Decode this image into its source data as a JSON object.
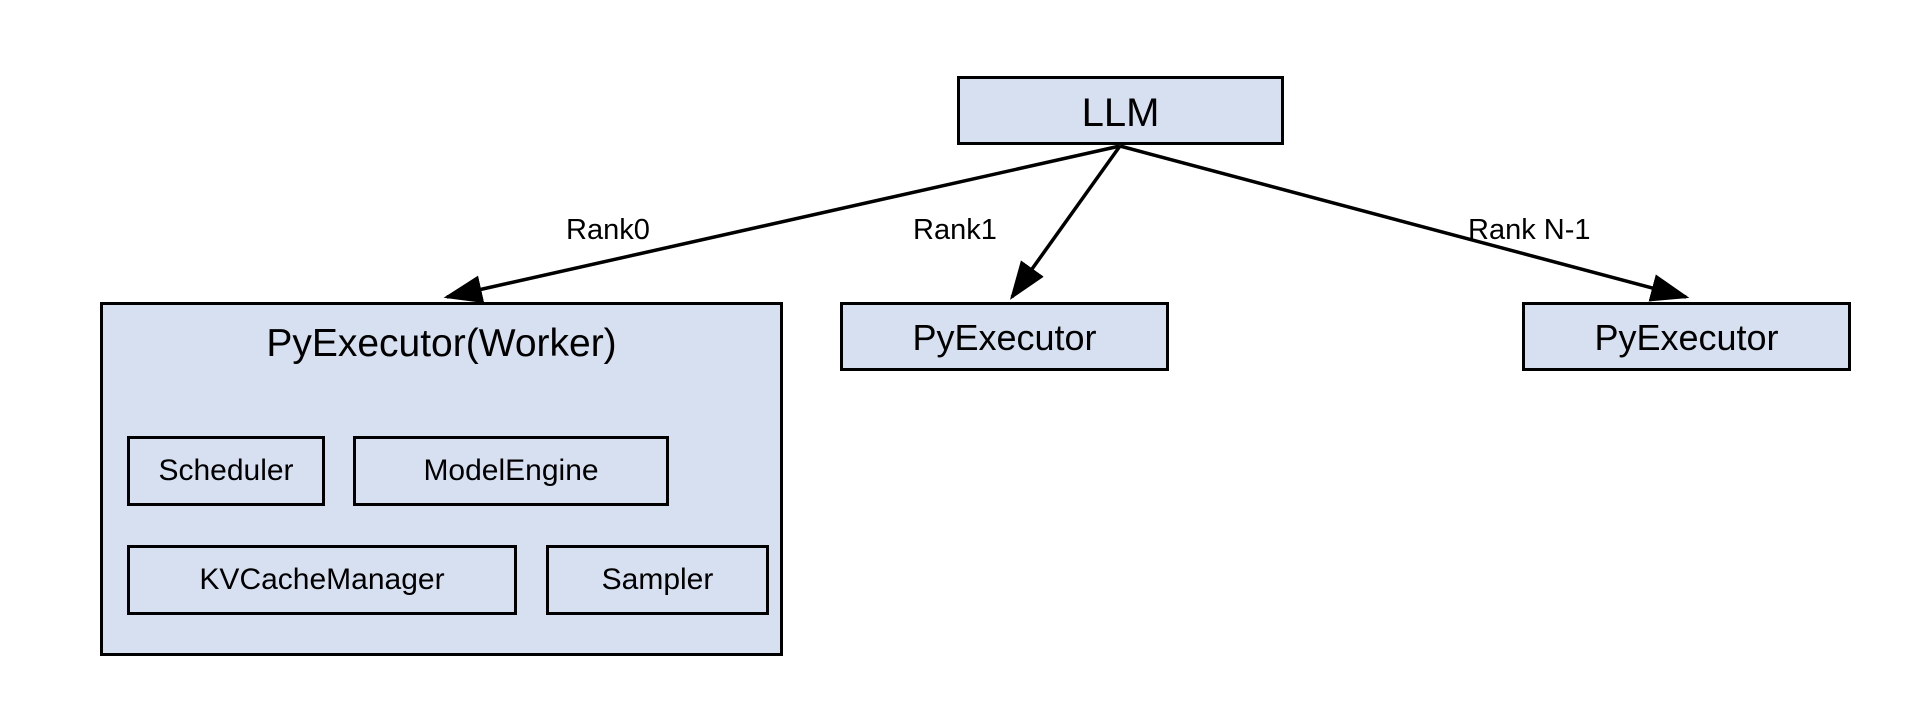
{
  "diagram": {
    "title_node": {
      "id": "llm",
      "label": "LLM"
    },
    "worker": {
      "title": "PyExecutor(Worker)",
      "components": [
        {
          "id": "scheduler",
          "label": "Scheduler"
        },
        {
          "id": "model-engine",
          "label": "ModelEngine"
        },
        {
          "id": "kv-cache-manager",
          "label": "KVCacheManager"
        },
        {
          "id": "sampler",
          "label": "Sampler"
        }
      ]
    },
    "executors": [
      {
        "id": "exec-rank1",
        "label": "PyExecutor"
      },
      {
        "id": "exec-rank-n-1",
        "label": "PyExecutor"
      }
    ],
    "edges": [
      {
        "id": "edge-rank0",
        "label": "Rank0",
        "from": "llm",
        "to": "worker"
      },
      {
        "id": "edge-rank1",
        "label": "Rank1",
        "from": "llm",
        "to": "exec-rank1"
      },
      {
        "id": "edge-rank-n-1",
        "label": "Rank N-1",
        "from": "llm",
        "to": "exec-rank-n-1"
      }
    ],
    "colors": {
      "node_fill": "#d7e0f0",
      "node_border": "#000000",
      "edge_stroke": "#000000",
      "background": "#ffffff",
      "text": "#000000"
    }
  }
}
